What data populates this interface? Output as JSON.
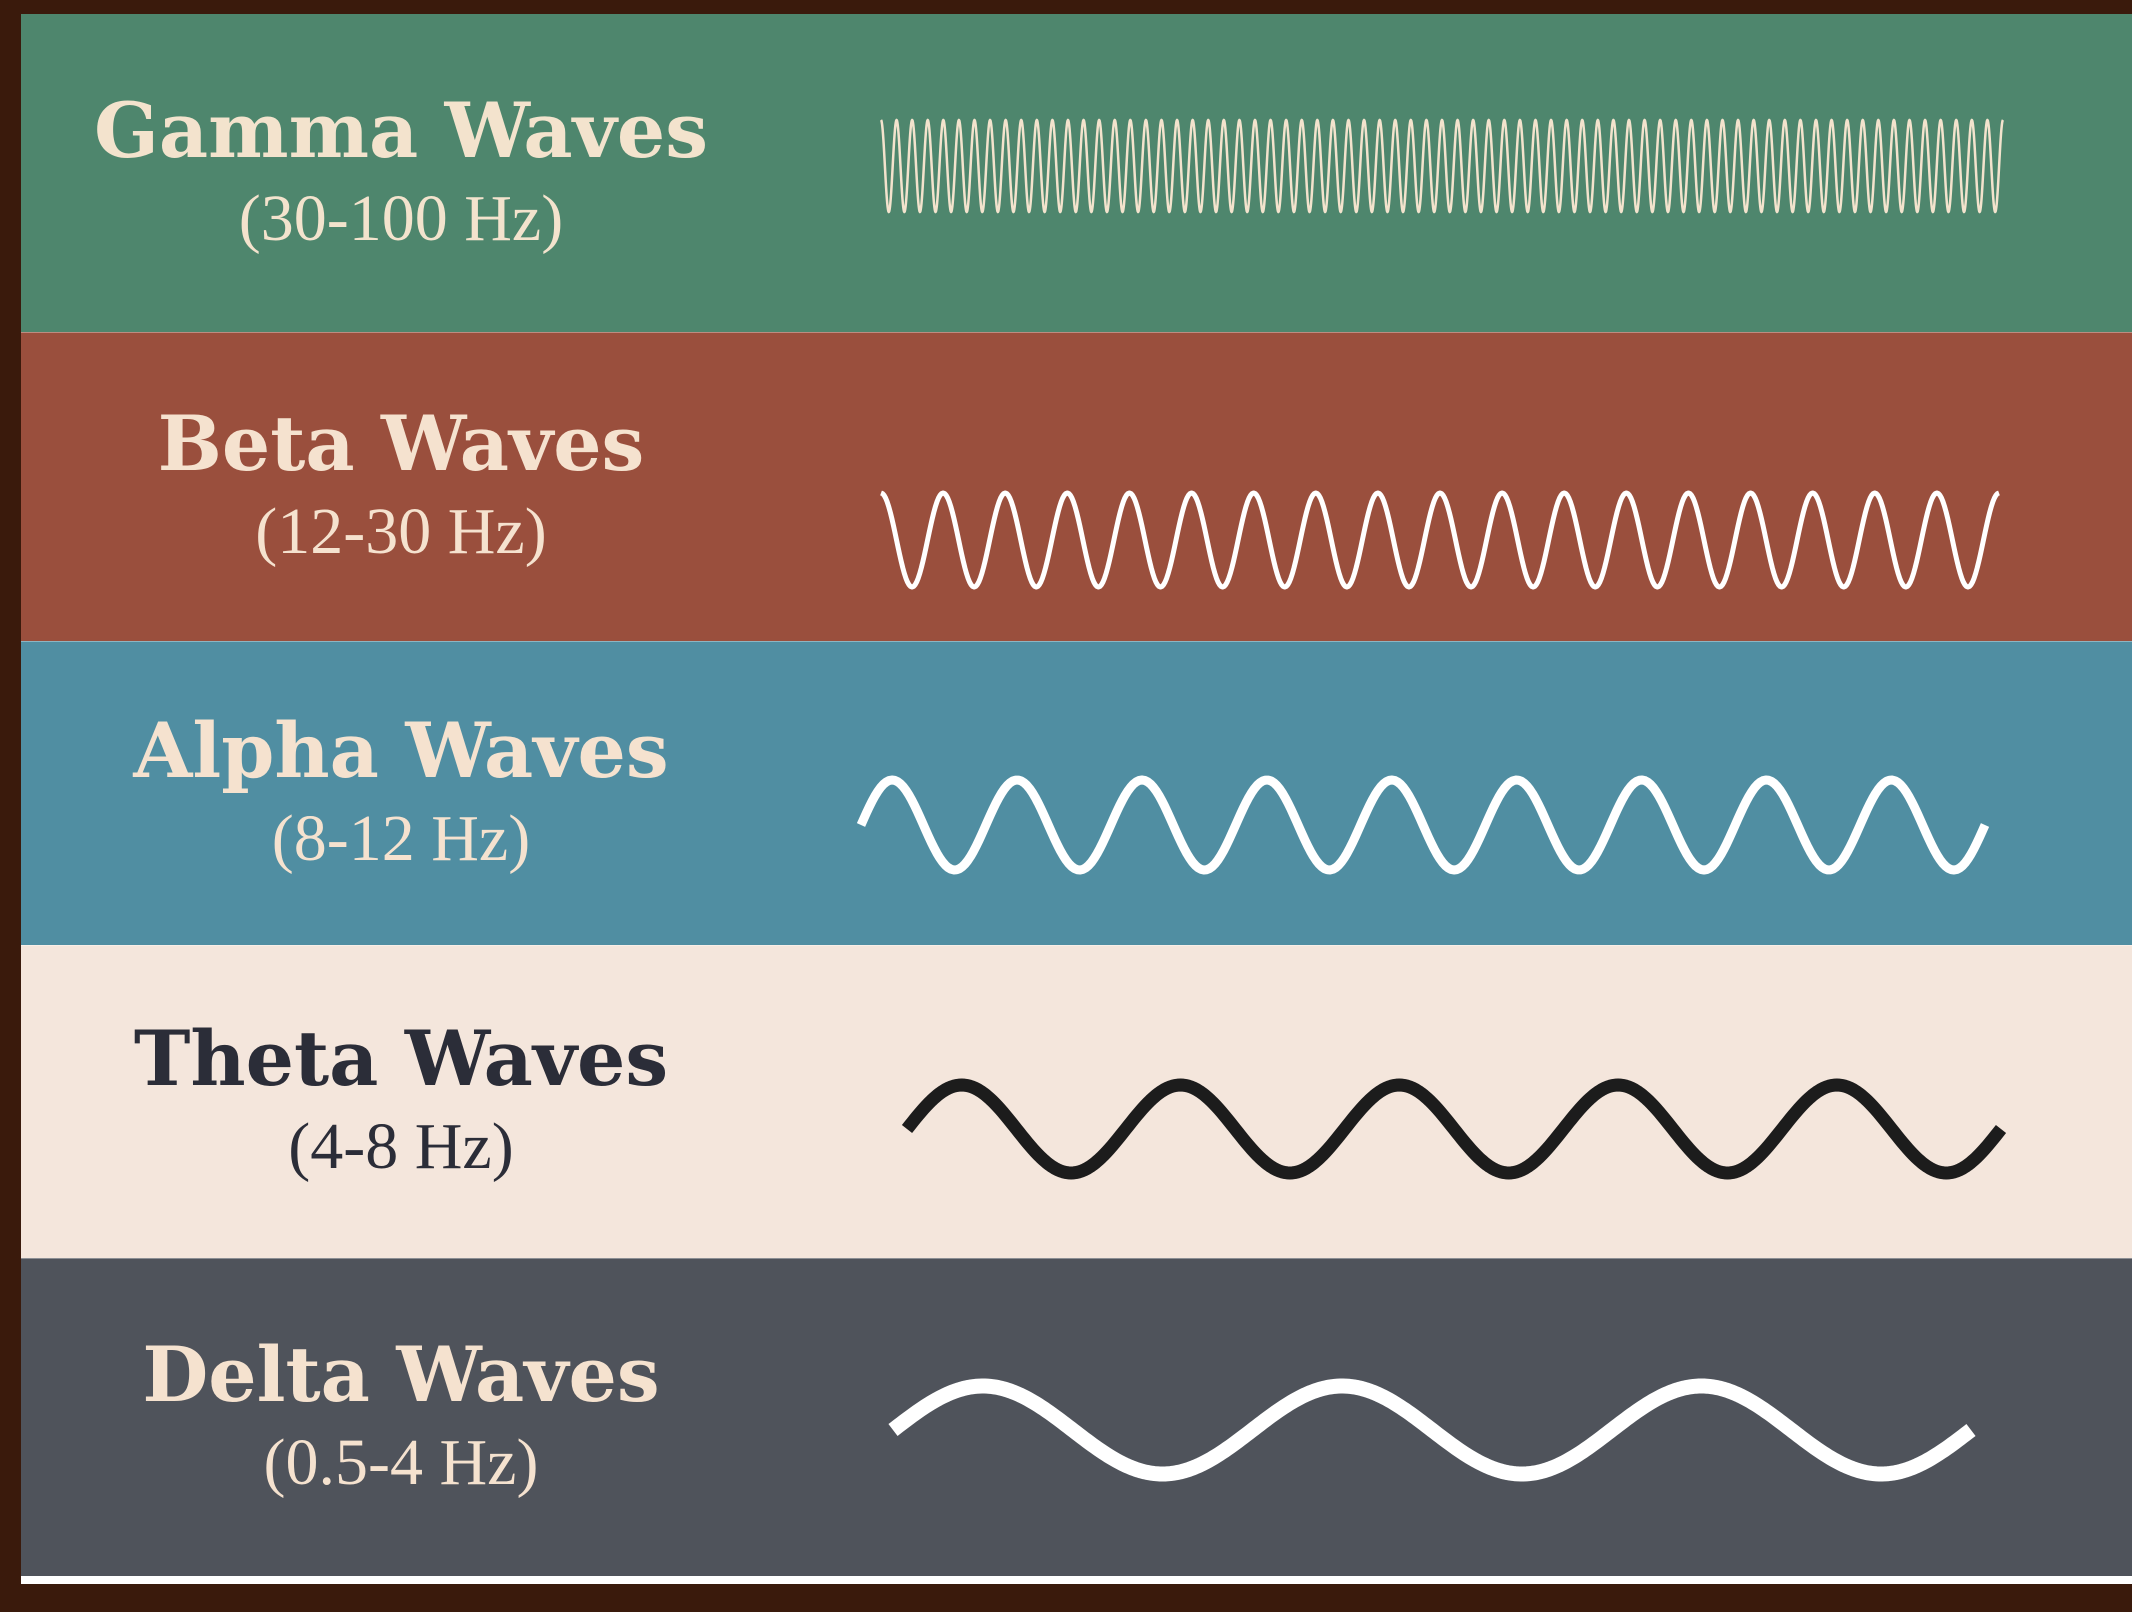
{
  "colors": {
    "frame": "#3a1a0c",
    "bottom_strip": "#ffffff"
  },
  "bands": [
    {
      "id": "gamma",
      "title": "Gamma Waves",
      "range": "(30-100 Hz)",
      "background": "#4e866d",
      "text_color": "#f3e3cd",
      "wave_color": "#f3e3cd",
      "cycles": 72
    },
    {
      "id": "beta",
      "title": "Beta Waves",
      "range": "(12-30 Hz)",
      "background": "#9a4f3d",
      "text_color": "#f5e2cf",
      "wave_color": "#ffffff",
      "cycles": 18
    },
    {
      "id": "alpha",
      "title": "Alpha Waves",
      "range": "(8-12 Hz)",
      "background": "#508ea2",
      "text_color": "#f5e2cf",
      "wave_color": "#ffffff",
      "cycles": 9
    },
    {
      "id": "theta",
      "title": "Theta Waves",
      "range": "(4-8 Hz)",
      "background": "#f4e6dc",
      "text_color": "#2b2d38",
      "wave_color": "#1c1c1c",
      "cycles": 5
    },
    {
      "id": "delta",
      "title": "Delta Waves",
      "range": "(0.5-4 Hz)",
      "background": "#4f535b",
      "text_color": "#f5e2cf",
      "wave_color": "#ffffff",
      "cycles": 3
    }
  ]
}
